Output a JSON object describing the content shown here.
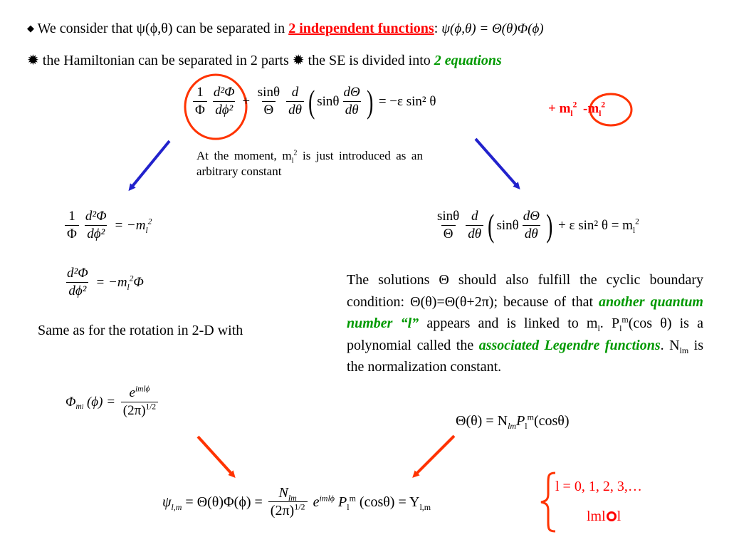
{
  "line1": {
    "bullet": "◆",
    "text_a": "We consider that ψ(ϕ,θ) can be separated in ",
    "highlight": "2 independent functions",
    "colon": ":",
    "formula": "ψ(ϕ,θ) = Θ(θ)Φ(ϕ)"
  },
  "line2": {
    "bullet1": "✹",
    "text_a": " the Hamiltonian can be separated in 2 parts ",
    "bullet2": "✹",
    "text_b": " the SE is divided into ",
    "highlight": "2 equations"
  },
  "main_eq": {
    "t1_num": "1",
    "t1_num2": "d²Φ",
    "t1_den": "Φ",
    "t1_den2": "dϕ²",
    "plus": "+",
    "t2_num": "sinθ",
    "t2_den": "Θ",
    "t3_num": "d",
    "t3_den": "dθ",
    "inner_sin": "sinθ",
    "inner_num": "dΘ",
    "inner_den": "dθ",
    "rhs": "= −ε sin² θ",
    "add_note": "+ m",
    "add_sub": "l",
    "add_sup": "2",
    "sub_note": "-m",
    "sub_sub": "l",
    "sub_sup": "2"
  },
  "note": {
    "text_a": "At the moment, m",
    "sub": "l",
    "sup": "2",
    "text_b": " is just introduced as an arbitrary constant"
  },
  "left_eq1": {
    "num1": "1",
    "den1": "Φ",
    "num2": "d²Φ",
    "den2": "dϕ²",
    "rhs": "= −m",
    "rhs_sub": "l",
    "rhs_sup": "2"
  },
  "left_eq2": {
    "num": "d²Φ",
    "den": "dϕ²",
    "rhs": "= −m",
    "rhs_sub": "l",
    "rhs_sup": "2",
    "rhs_end": "Φ"
  },
  "left_text": "Same as for the rotation in 2-D with",
  "phi_eq": {
    "lhs": "Φ",
    "lhs_sub": "m",
    "lhs_subsub": "l",
    "arg": "(ϕ) =",
    "num": "e",
    "num_sup": "imlϕ",
    "den": "(2π)",
    "den_sup": "1/2"
  },
  "right_eq": {
    "t1_num": "sinθ",
    "t1_den": "Θ",
    "t2_num": "d",
    "t2_den": "dθ",
    "inner": "sinθ",
    "in_num": "dΘ",
    "in_den": "dθ",
    "rhs": "+ ε sin² θ = m",
    "rhs_sub": "l",
    "rhs_sup": "2"
  },
  "right_text": {
    "a": "The solutions Θ should also fulfill the cyclic boundary condition: Θ(θ)=Θ(θ+2π); because of that ",
    "green1": "another quantum number “l”",
    "b": " appears and is linked to m",
    "b_sub": "l",
    "c": ". P",
    "c_sub": "l",
    "c_sup": "m",
    "d": "(cos θ) is a polynomial called the ",
    "green2": "associated Legendre functions",
    "e": ". N",
    "e_sub": "lm",
    "f": " is the normalization constant."
  },
  "theta_eq": {
    "text": "Θ(θ) = N",
    "sub": "lm",
    "p": "P",
    "p_sub": "l",
    "p_sup": "m",
    "end": "(cosθ)"
  },
  "final_eq": {
    "lhs": "ψ",
    "lhs_sub": "l,m",
    "mid": "= Θ(θ)Φ(ϕ) =",
    "num": "N",
    "num_sub": "lm",
    "den": "(2π)",
    "den_sup": "1/2",
    "e": "e",
    "e_sup": "imlϕ",
    "p": "P",
    "p_sub": "l",
    "p_sup": "m",
    "end": "(cosθ) = Y",
    "end_sub": "l,m"
  },
  "conditions": {
    "l_values": "l = 0, 1, 2, 3,…",
    "ml_a": "lml",
    "ml_b": "l"
  },
  "colors": {
    "red": "#ff0000",
    "green": "#009900",
    "blue": "#2222cc",
    "orange_red": "#ff3300"
  }
}
